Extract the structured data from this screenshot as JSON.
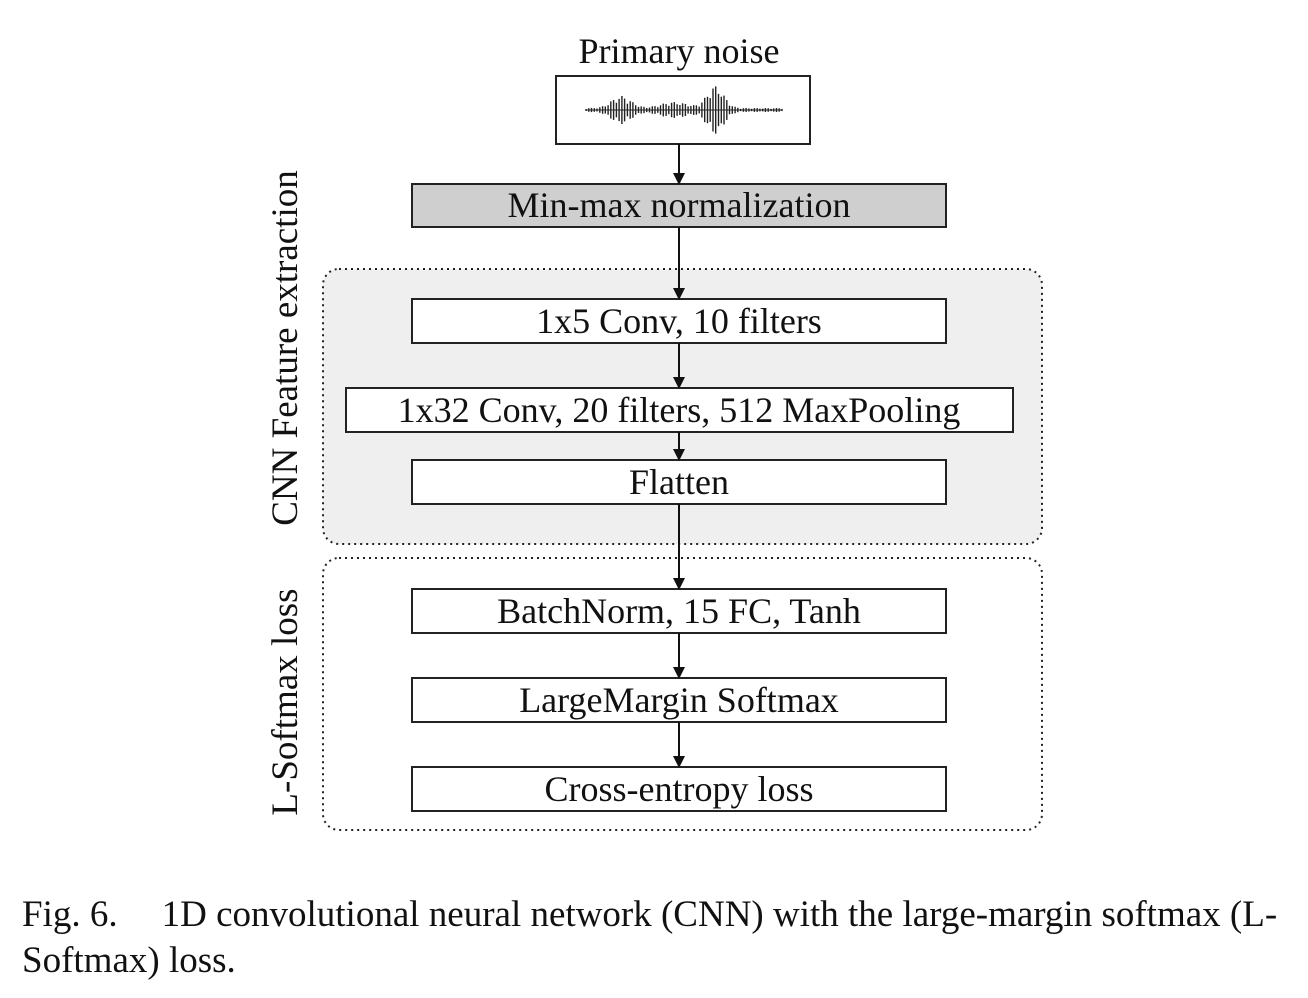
{
  "diagram": {
    "input_label": "Primary noise",
    "normalization": "Min-max normalization",
    "sections": {
      "feature_extraction": "CNN Feature extraction",
      "loss": "L-Softmax loss"
    },
    "layers": {
      "conv1": "1x5 Conv, 10 filters",
      "conv2": "1x32 Conv, 20 filters, 512 MaxPooling",
      "flatten": "Flatten",
      "fc": "BatchNorm, 15 FC, Tanh",
      "lsoftmax": "LargeMargin Softmax",
      "loss": "Cross-entropy loss"
    },
    "colors": {
      "normalization_fill": "#cfcfcf",
      "feature_region_fill": "#efefef",
      "stroke": "#222222"
    }
  },
  "caption": {
    "figure_number": "Fig. 6.",
    "text": "1D convolutional neural network (CNN) with the large-margin softmax (L-Softmax) loss."
  }
}
